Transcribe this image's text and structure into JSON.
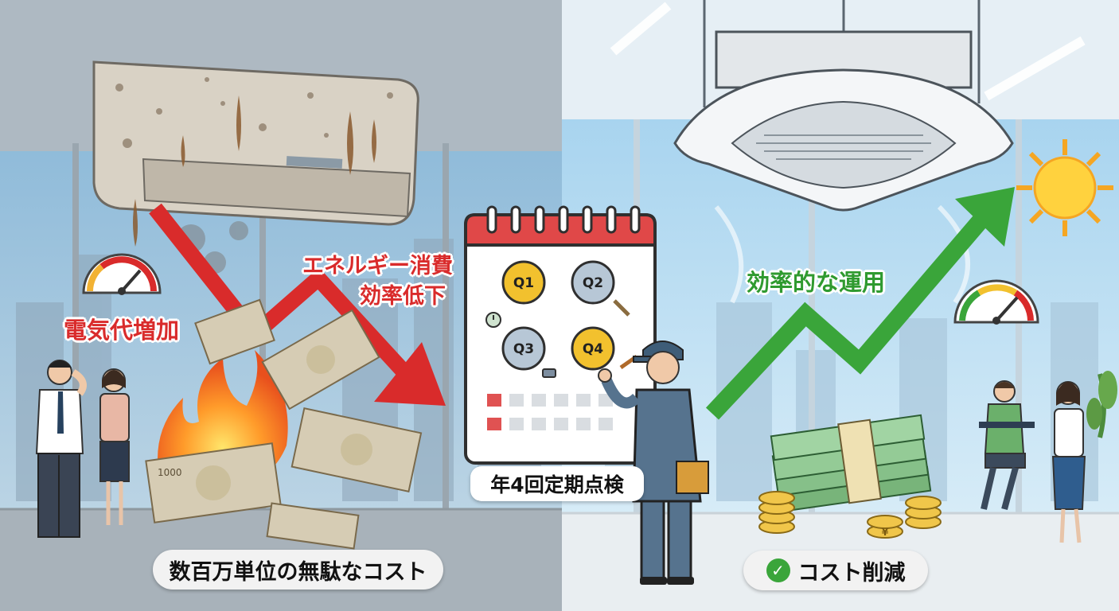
{
  "left_panel": {
    "electricity_label": "電気代増加",
    "energy_label_line1": "エネルギー消費",
    "energy_label_line2": "効率低下",
    "waste_caption": "数百万単位の無駄なコスト",
    "banknote_text": "1000"
  },
  "center": {
    "calendar_quarters": [
      "Q1",
      "Q2",
      "Q3",
      "Q4"
    ],
    "inspection_caption": "年4回定期点検"
  },
  "right_panel": {
    "efficiency_label": "効率的な運用",
    "cost_reduction_caption": "コスト削減",
    "coin_symbol": "¥"
  },
  "colors": {
    "left_bg": "#c3ccd3",
    "right_bg": "#dcebf4",
    "warning_red": "#d92b2b",
    "success_green": "#2f9a2f"
  }
}
